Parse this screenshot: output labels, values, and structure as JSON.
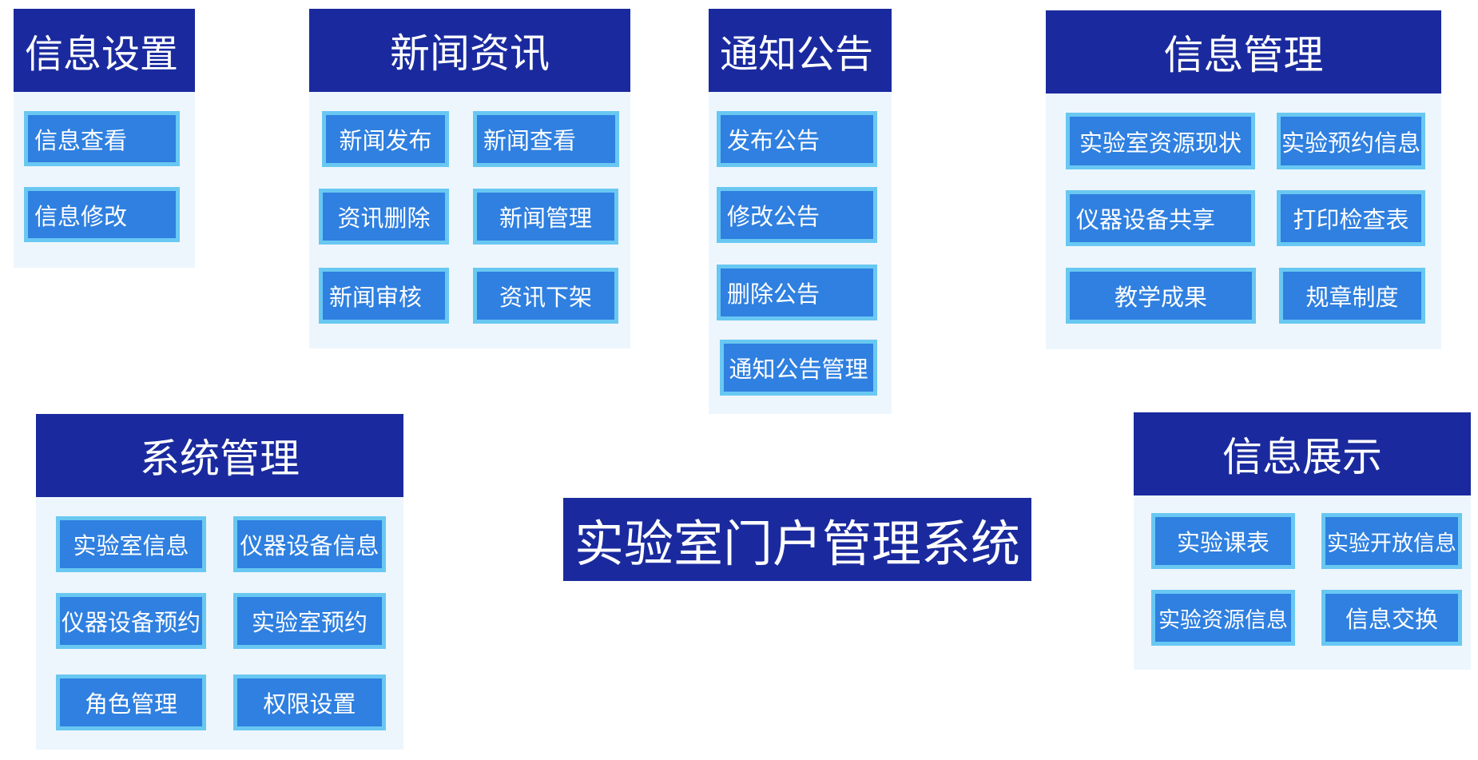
{
  "title": "实验室门户管理系统",
  "panels": {
    "info_settings": {
      "title": "信息设置",
      "items": [
        "信息查看",
        "信息修改"
      ]
    },
    "news": {
      "title": "新闻资讯",
      "items": [
        "新闻发布",
        "新闻查看",
        "资讯删除",
        "新闻管理",
        "新闻审核",
        "资讯下架"
      ]
    },
    "notice": {
      "title": "通知公告",
      "items": [
        "发布公告",
        "修改公告",
        "删除公告",
        "通知公告管理"
      ]
    },
    "info_management": {
      "title": "信息管理",
      "items": [
        "实验室资源现状",
        "实验预约信息",
        "仪器设备共享",
        "打印检查表",
        "教学成果",
        "规章制度"
      ]
    },
    "system_management": {
      "title": "系统管理",
      "items": [
        "实验室信息",
        "仪器设备信息",
        "仪器设备预约",
        "实验室预约",
        "角色管理",
        "权限设置"
      ]
    },
    "info_display": {
      "title": "信息展示",
      "items": [
        "实验课表",
        "实验开放信息",
        "实验资源信息",
        "信息交换"
      ]
    }
  },
  "colors": {
    "header": "#1a2a9e",
    "panel_background": "#eef6fd",
    "button": "#2f80e0",
    "button_border": "#69c8f2",
    "text": "#ffffff"
  }
}
